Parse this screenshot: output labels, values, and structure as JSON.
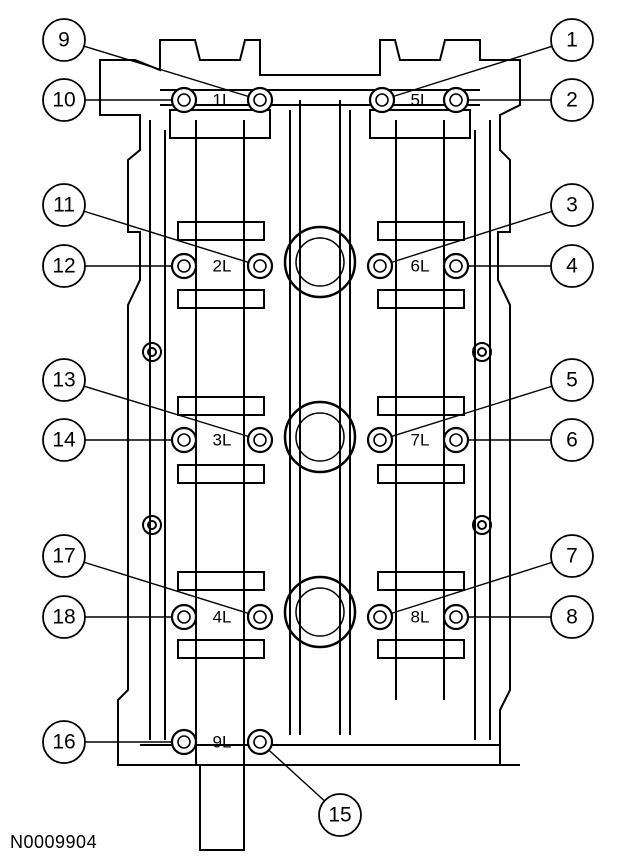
{
  "figure_id": "N0009904",
  "bearing_caps": [
    {
      "label": "1L",
      "bolts": [
        "9",
        "10"
      ]
    },
    {
      "label": "5L",
      "bolts": [
        "1",
        "2"
      ]
    },
    {
      "label": "2L",
      "bolts": [
        "11",
        "12"
      ]
    },
    {
      "label": "6L",
      "bolts": [
        "3",
        "4"
      ]
    },
    {
      "label": "3L",
      "bolts": [
        "13",
        "14"
      ]
    },
    {
      "label": "7L",
      "bolts": [
        "5",
        "6"
      ]
    },
    {
      "label": "4L",
      "bolts": [
        "17",
        "18"
      ]
    },
    {
      "label": "8L",
      "bolts": [
        "7",
        "8"
      ]
    },
    {
      "label": "9L",
      "bolts": [
        "15",
        "16"
      ]
    }
  ],
  "callouts": [
    "1",
    "2",
    "3",
    "4",
    "5",
    "6",
    "7",
    "8",
    "9",
    "10",
    "11",
    "12",
    "13",
    "14",
    "15",
    "16",
    "17",
    "18"
  ]
}
